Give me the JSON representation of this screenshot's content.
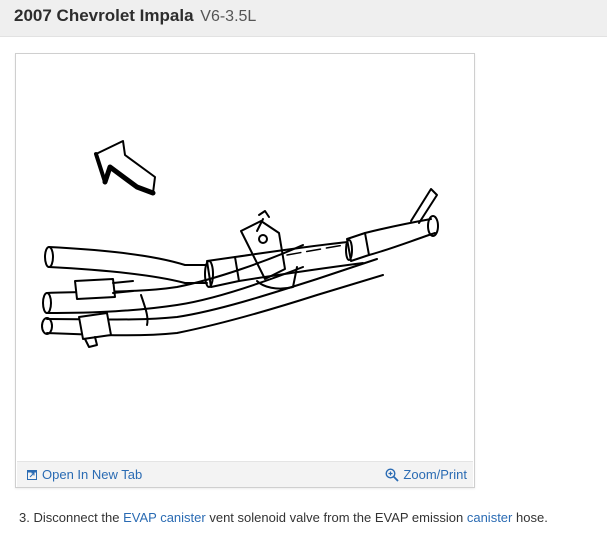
{
  "header": {
    "title": "2007 Chevrolet Impala",
    "engine": "V6-3.5L"
  },
  "figure": {
    "open_tab_label": "Open In New Tab",
    "zoom_label": "Zoom/Print"
  },
  "instruction": {
    "number": "3.",
    "text_1": "Disconnect the",
    "link_1": "EVAP canister",
    "text_2": "vent solenoid valve from the EVAP emission",
    "link_2": "canister",
    "text_3": "hose."
  },
  "colors": {
    "link": "#2a6bb3",
    "header_bg": "#efefef"
  }
}
